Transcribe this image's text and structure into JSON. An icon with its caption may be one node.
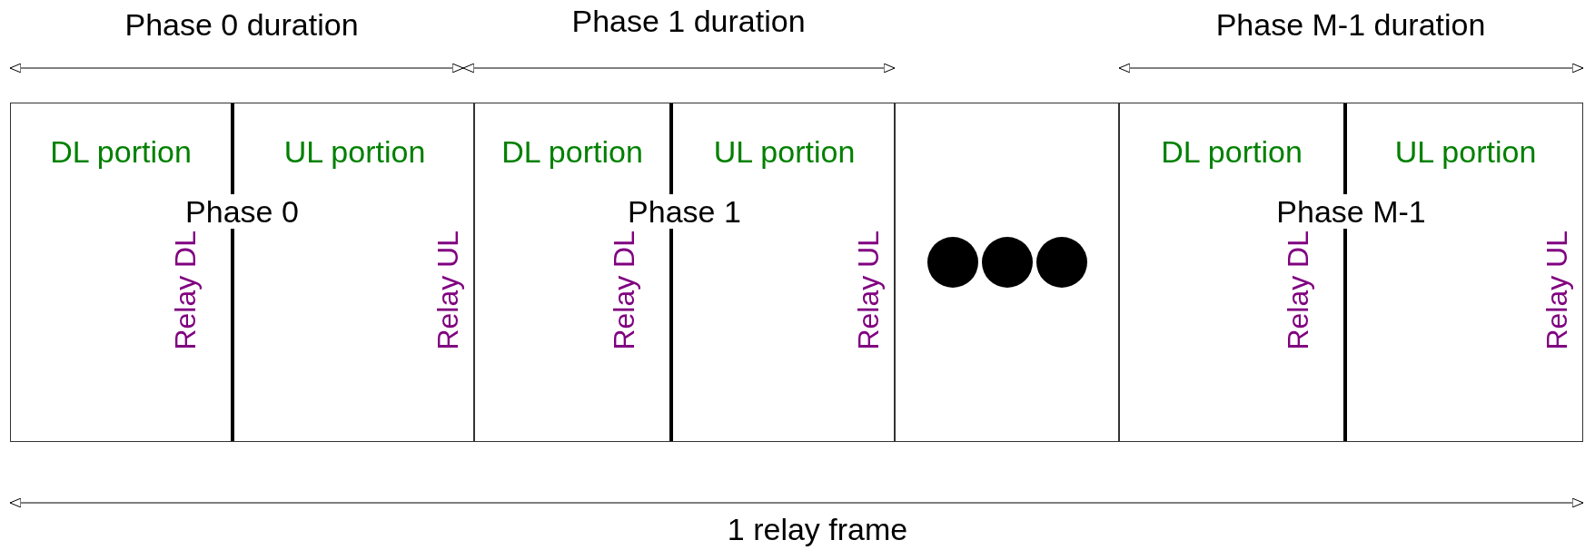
{
  "diagram": {
    "nodes": [
      {
        "text": [
          "Phase 0"
        ]
      },
      {
        "text": [
          "DL portion",
          "Relay DL"
        ],
        "in": 0
      },
      {
        "text": [
          "UL portion",
          "Relay UL"
        ],
        "in": 0
      },
      {
        "text": [
          "Phase 1"
        ]
      },
      {
        "text": [
          "DL portion",
          "Relay DL"
        ],
        "in": 3
      },
      {
        "text": [
          "UL portion",
          "Relay UL"
        ],
        "in": 3
      },
      {
        "text": [],
        "shape": "box"
      },
      {
        "text": [
          "Phase M-1"
        ]
      },
      {
        "text": [
          "DL portion",
          "Relay DL"
        ],
        "in": 7
      },
      {
        "text": [
          "UL portion",
          "Relay UL"
        ],
        "in": 7
      }
    ],
    "edges": [],
    "labels": [
      "Phase 0 duration",
      "Phase 1 duration",
      "Phase M-1 duration",
      "1 relay frame"
    ]
  }
}
